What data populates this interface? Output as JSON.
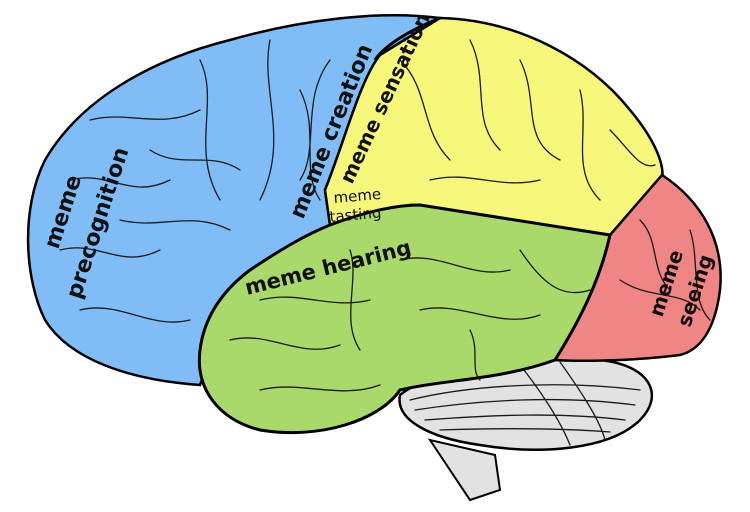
{
  "title": "Brain lobes meme diagram",
  "colors": {
    "frontal": "#80bdf7",
    "parietal": "#f6f77a",
    "temporal": "#a9d86b",
    "occipital": "#f08585",
    "cerebellum": "#e2e2e2"
  },
  "labels": {
    "frontal": [
      "meme",
      "precognition"
    ],
    "motor": "meme creation",
    "parietal": "meme sensation",
    "gustatory": [
      "meme",
      "tasting"
    ],
    "temporal": "meme hearing",
    "occipital": [
      "meme",
      "seeing"
    ]
  }
}
